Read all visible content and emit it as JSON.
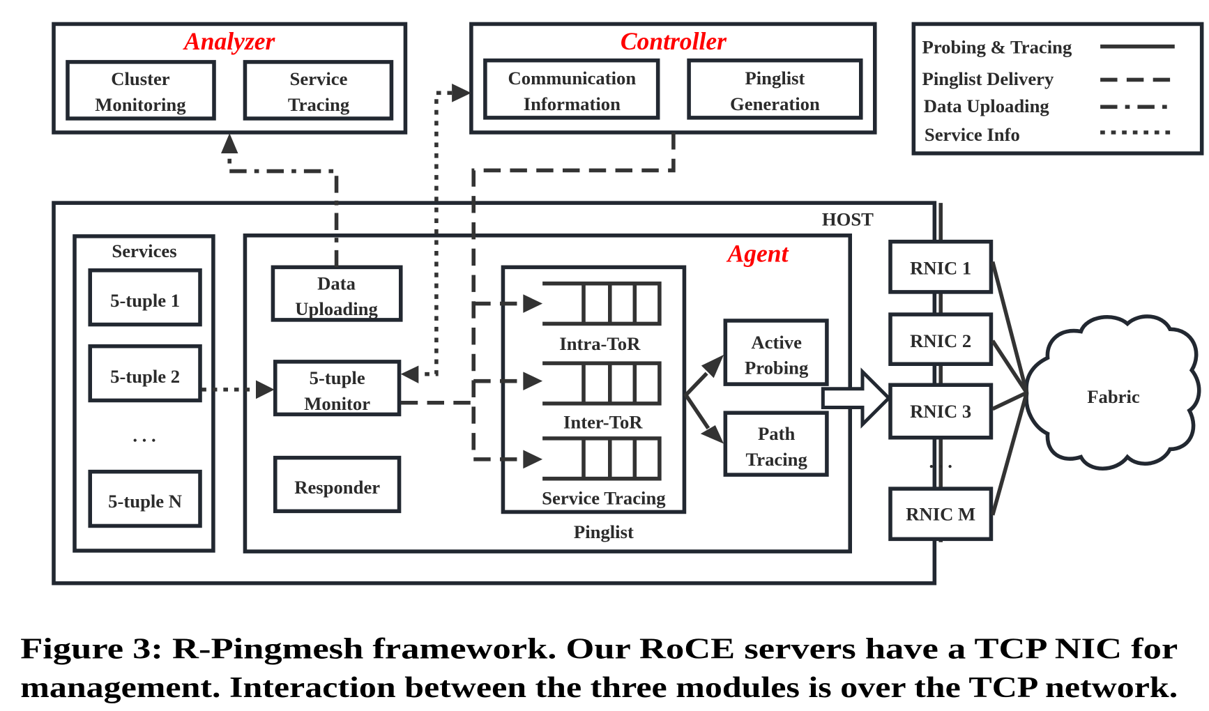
{
  "analyzer": {
    "title": "Analyzer",
    "modules": [
      {
        "line1": "Cluster",
        "line2": "Monitoring"
      },
      {
        "line1": "Service",
        "line2": "Tracing"
      }
    ]
  },
  "controller": {
    "title": "Controller",
    "modules": [
      {
        "line1": "Communication",
        "line2": "Information"
      },
      {
        "line1": "Pinglist",
        "line2": "Generation"
      }
    ]
  },
  "legend": {
    "items": [
      {
        "label": "Probing & Tracing",
        "style": "solid"
      },
      {
        "label": "Pinglist Delivery",
        "style": "dashed"
      },
      {
        "label": "Data Uploading",
        "style": "dash-dot"
      },
      {
        "label": "Service Info",
        "style": "dotted"
      }
    ]
  },
  "host": {
    "label": "HOST",
    "services": {
      "title": "Services",
      "items": [
        "5-tuple 1",
        "5-tuple 2",
        "5-tuple N"
      ],
      "ellipsis": ". . ."
    },
    "agent": {
      "title": "Agent",
      "data_uploading": {
        "line1": "Data",
        "line2": "Uploading"
      },
      "tuple_monitor": {
        "line1": "5-tuple",
        "line2": "Monitor"
      },
      "responder": "Responder",
      "pinglist": {
        "label": "Pinglist",
        "queues": [
          "Intra-ToR",
          "Inter-ToR",
          "Service Tracing"
        ]
      },
      "active_probing": {
        "line1": "Active",
        "line2": "Probing"
      },
      "path_tracing": {
        "line1": "Path",
        "line2": "Tracing"
      }
    },
    "rnics": [
      "RNIC 1",
      "RNIC 2",
      "RNIC 3",
      "RNIC M"
    ],
    "rnic_ellipsis": ". . ."
  },
  "fabric": {
    "label": "Fabric"
  },
  "caption": {
    "line1": "Figure 3: R-Pingmesh framework. Our RoCE servers have a TCP NIC for",
    "line2": "management. Interaction between the three modules is over the TCP network."
  }
}
